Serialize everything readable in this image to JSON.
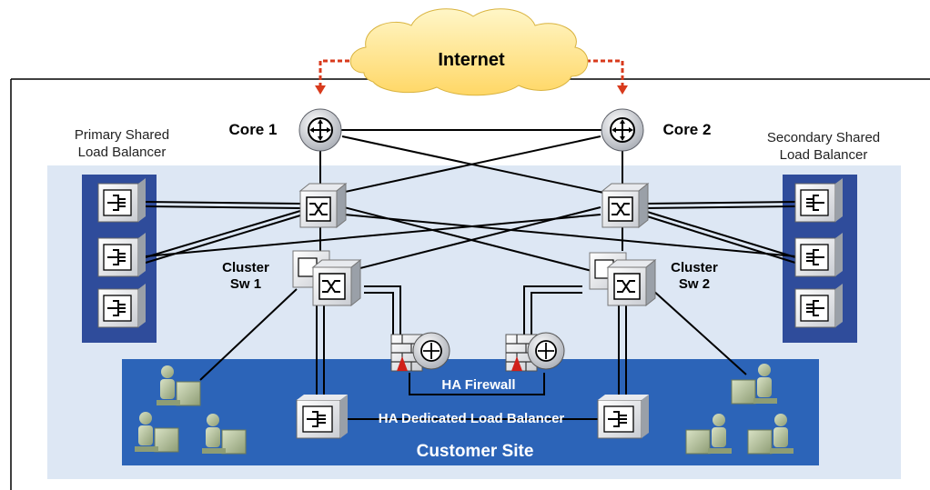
{
  "internet": {
    "label": "Internet"
  },
  "core1": {
    "label": "Core 1"
  },
  "core2": {
    "label": "Core 2"
  },
  "primary_lb": {
    "line1": "Primary Shared",
    "line2": "Load Balancer"
  },
  "secondary_lb": {
    "line1": "Secondary Shared",
    "line2": "Load Balancer"
  },
  "cluster1": {
    "line1": "Cluster",
    "line2": "Sw 1"
  },
  "cluster2": {
    "line1": "Cluster",
    "line2": "Sw 2"
  },
  "ha_firewall": {
    "label": "HA Firewall"
  },
  "ha_dedicated_lb": {
    "label": "HA Dedicated Load Balancer"
  },
  "customer_site": {
    "label": "Customer Site"
  },
  "colors": {
    "panel": "#dde7f4",
    "dark_blue": "#2f4c9b",
    "customer_blue": "#2c64b8",
    "cloud": "#ffe07a",
    "red_dotted": "#d83a1c"
  }
}
